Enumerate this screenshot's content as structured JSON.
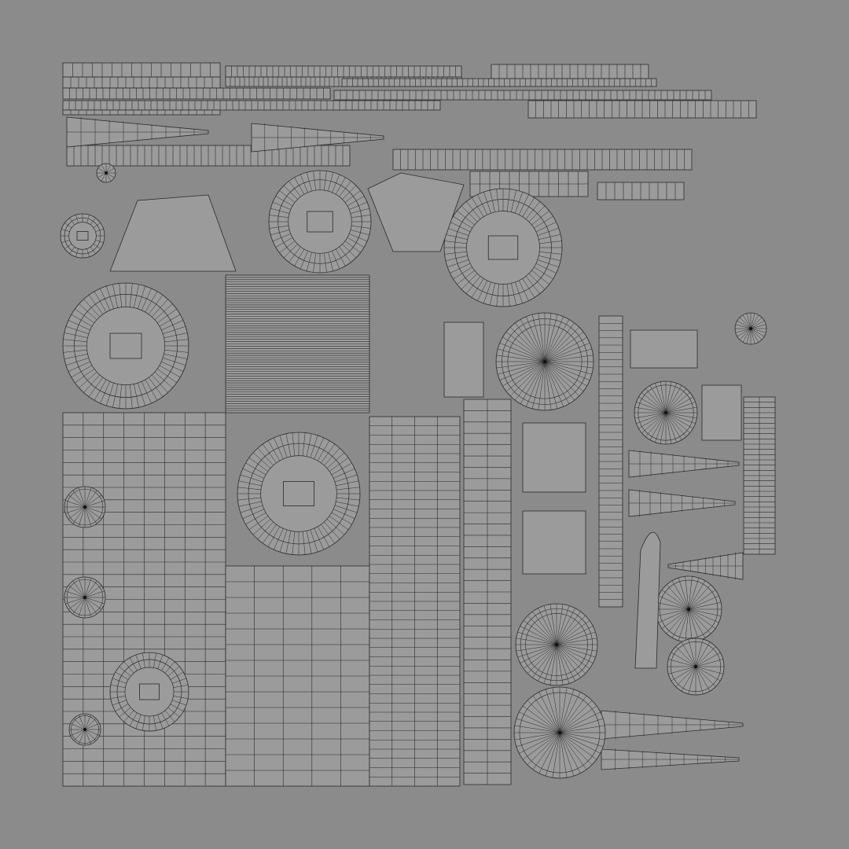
{
  "colors": {
    "background": "#8b8b8b",
    "island_fill": "#9b9b9b",
    "wire": "#2a2a2a"
  },
  "content": {
    "kind": "uv-layout-wireframe",
    "icons": [
      "radial-disc",
      "ring",
      "grid-strip",
      "wedge"
    ]
  }
}
